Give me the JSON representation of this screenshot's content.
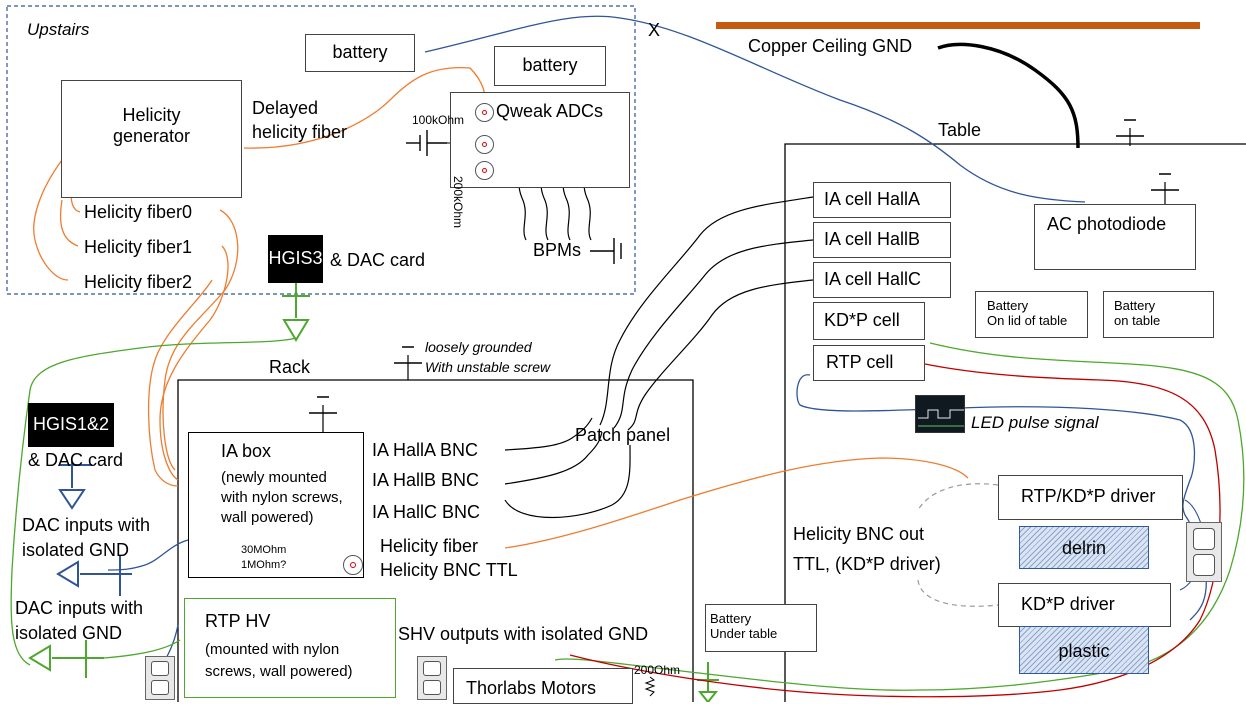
{
  "colors": {
    "orange_wire": "#ED7D31",
    "blue_wire": "#2F5597",
    "green_wire": "#4EA72E",
    "red_wire": "#C00000",
    "ceiling_bar": "#C55A11",
    "upstairs_border": "#2F5597",
    "rtp_hv_border": "#4EA72E"
  },
  "icons": [
    "ground-symbol-icon",
    "battery-symbol-icon",
    "resistor-icon",
    "bnc-connector-icon",
    "wall-outlet-icon",
    "led-scope-thumbnail"
  ],
  "upstairs": {
    "title": "Upstairs",
    "battery_top": "battery",
    "battery_adc": "battery",
    "helicity_generator": "Helicity generator",
    "delayed_fiber": "Delayed helicity fiber",
    "qweak_adcs": "Qweak ADCs",
    "r100k": "100kOhm",
    "r200k": "200kOhm",
    "fiber0": "Helicity fiber0",
    "fiber1": "Helicity fiber1",
    "fiber2": "Helicity fiber2",
    "hgis3": "HGIS3",
    "dac_card": "& DAC card",
    "bpms": "BPMs",
    "x_mark": "X"
  },
  "ceiling": {
    "label": "Copper Ceiling GND"
  },
  "table": {
    "title": "Table",
    "ac_photodiode": "AC photodiode",
    "ia_cell_a": "IA cell HallA",
    "ia_cell_b": "IA cell HallB",
    "ia_cell_c": "IA cell HallC",
    "kdp_cell": "KD*P cell",
    "rtp_cell": "RTP cell",
    "battery_lid_1": "Battery",
    "battery_lid_2": "On lid of table",
    "battery_table_1": "Battery",
    "battery_table_2": "on table",
    "led_pulse": "LED pulse signal",
    "rtp_kdp_driver": "RTP/KD*P driver",
    "delrin": "delrin",
    "helicity_bnc_out": "Helicity BNC out",
    "ttl_kdp": "TTL, (KD*P driver)",
    "kdp_driver": "KD*P driver",
    "plastic": "plastic",
    "battery_under_1": "Battery",
    "battery_under_2": "Under table"
  },
  "rack": {
    "title": "Rack",
    "loosely_1": "loosely grounded",
    "loosely_2": "With unstable screw",
    "ia_box": "IA box",
    "ia_box_desc_1": "(newly mounted",
    "ia_box_desc_2": "with nylon screws,",
    "ia_box_desc_3": "wall powered)",
    "r30m": "30MOhm",
    "r1m": "1MOhm?",
    "ia_halla_bnc": "IA HallA BNC",
    "ia_hallb_bnc": "IA HallB BNC",
    "ia_hallc_bnc": "IA HallC BNC",
    "patch_panel": "Patch panel",
    "helicity_fiber": "Helicity fiber",
    "helicity_bnc_ttl": "Helicity BNC TTL",
    "rtp_hv": "RTP HV",
    "rtp_hv_desc_1": "(mounted with nylon",
    "rtp_hv_desc_2": "screws, wall powered)",
    "shv_outputs": "SHV outputs with isolated GND",
    "thorlabs": "Thorlabs Motors",
    "r200": "200Ohm"
  },
  "left": {
    "hgis12": "HGIS1&2",
    "dac_card": "& DAC card",
    "dac_inputs_1a": "DAC inputs with",
    "dac_inputs_1b": "isolated GND",
    "dac_inputs_2a": "DAC inputs with",
    "dac_inputs_2b": "isolated GND"
  }
}
